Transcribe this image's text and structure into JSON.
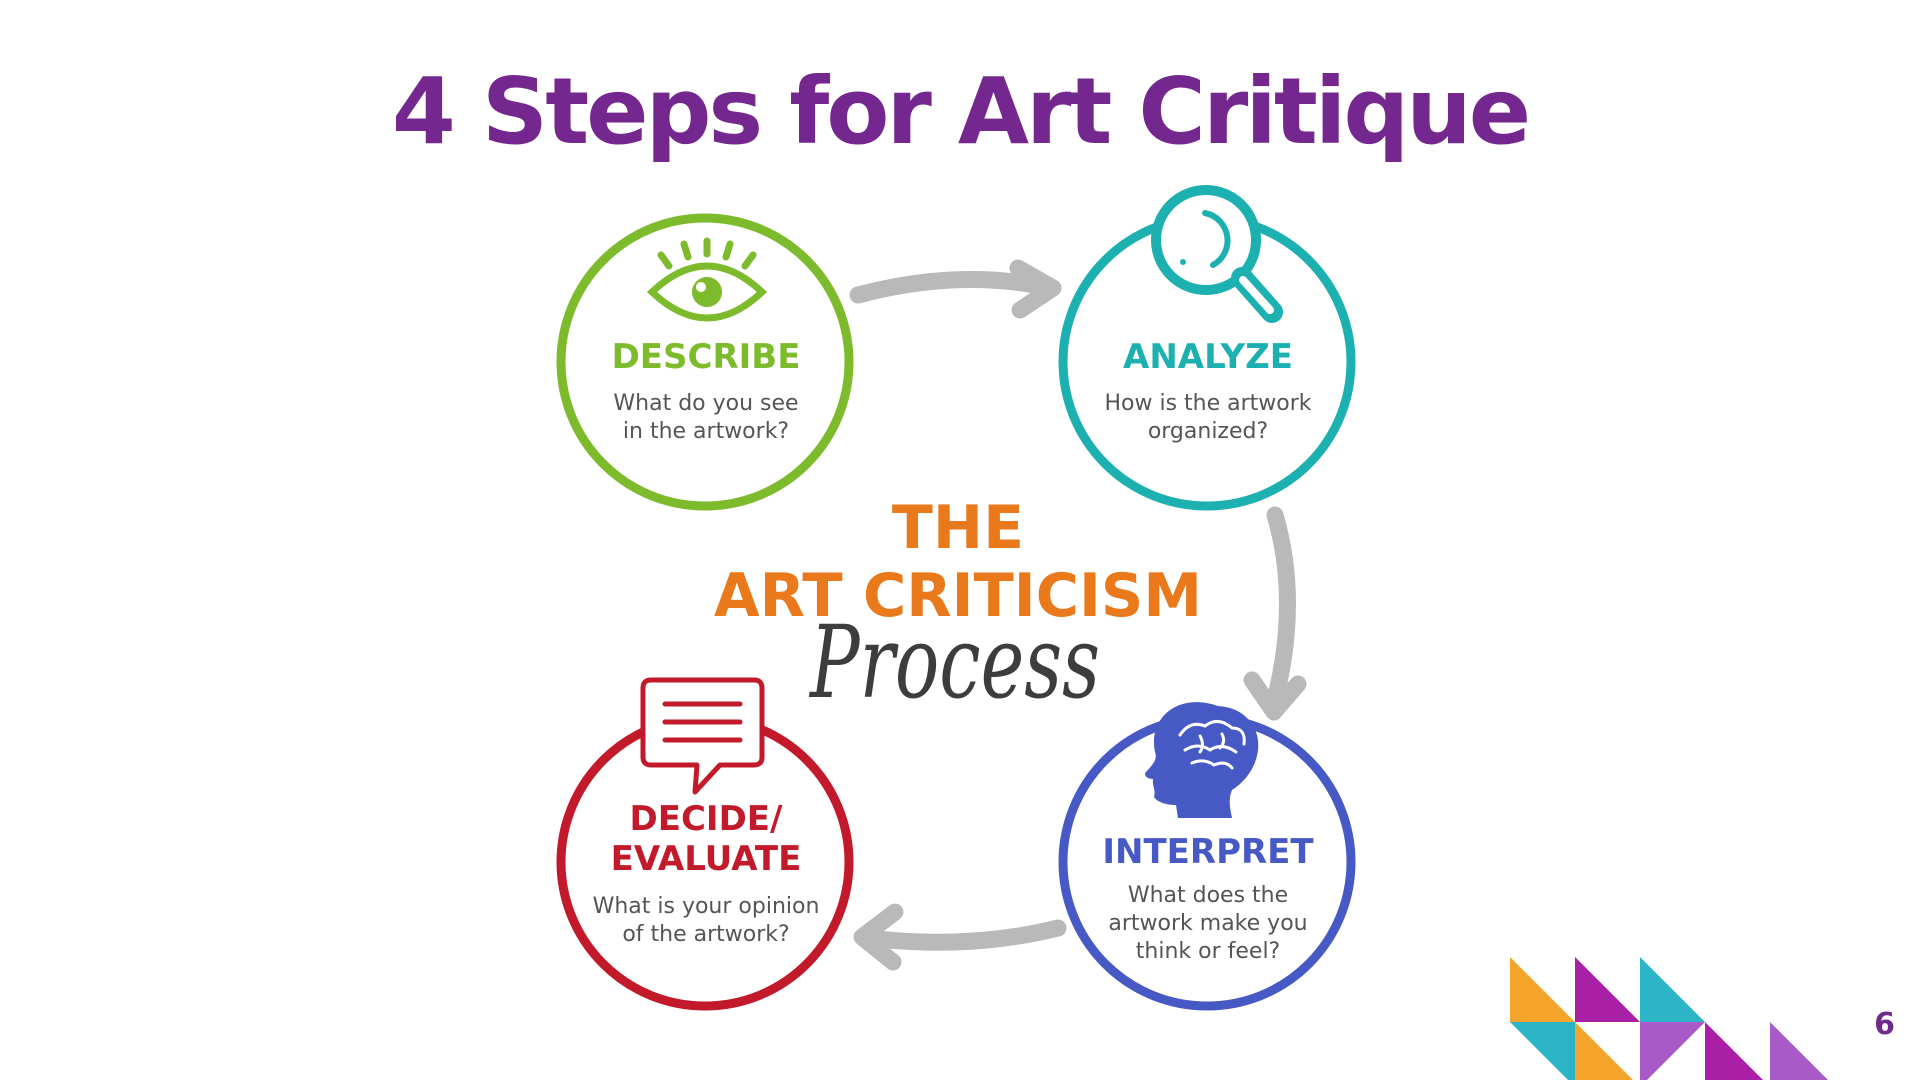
{
  "slide": {
    "title": "4 Steps for Art Critique",
    "page_number": "6"
  },
  "diagram": {
    "center": {
      "line1": "THE",
      "line2": "ART CRITICISM",
      "script": "Process"
    },
    "steps": [
      {
        "title": "DESCRIBE",
        "title2": "",
        "desc1": "What do you see",
        "desc2": "in the artwork?",
        "desc3": "",
        "color": "#7dbb2c",
        "icon": "eye-icon"
      },
      {
        "title": "ANALYZE",
        "title2": "",
        "desc1": "How is the artwork",
        "desc2": "organized?",
        "desc3": "",
        "color": "#1cb0b0",
        "icon": "magnifying-glass-icon"
      },
      {
        "title": "INTERPRET",
        "title2": "",
        "desc1": "What does the",
        "desc2": "artwork make you",
        "desc3": "think or feel?",
        "color": "#4759c4",
        "icon": "head-brain-icon"
      },
      {
        "title": "DECIDE/",
        "title2": "EVALUATE",
        "desc1": "What is your opinion",
        "desc2": "of the artwork?",
        "desc3": "",
        "color": "#c21a2a",
        "icon": "speech-bubble-icon"
      }
    ],
    "arrow_color": "#b9b9b9",
    "center_color": "#e9791a",
    "script_color": "#3d3d3d"
  },
  "decoration": {
    "colors": [
      "#f5a52a",
      "#a91fa6",
      "#2bb5c6",
      "#a85ac9"
    ]
  }
}
